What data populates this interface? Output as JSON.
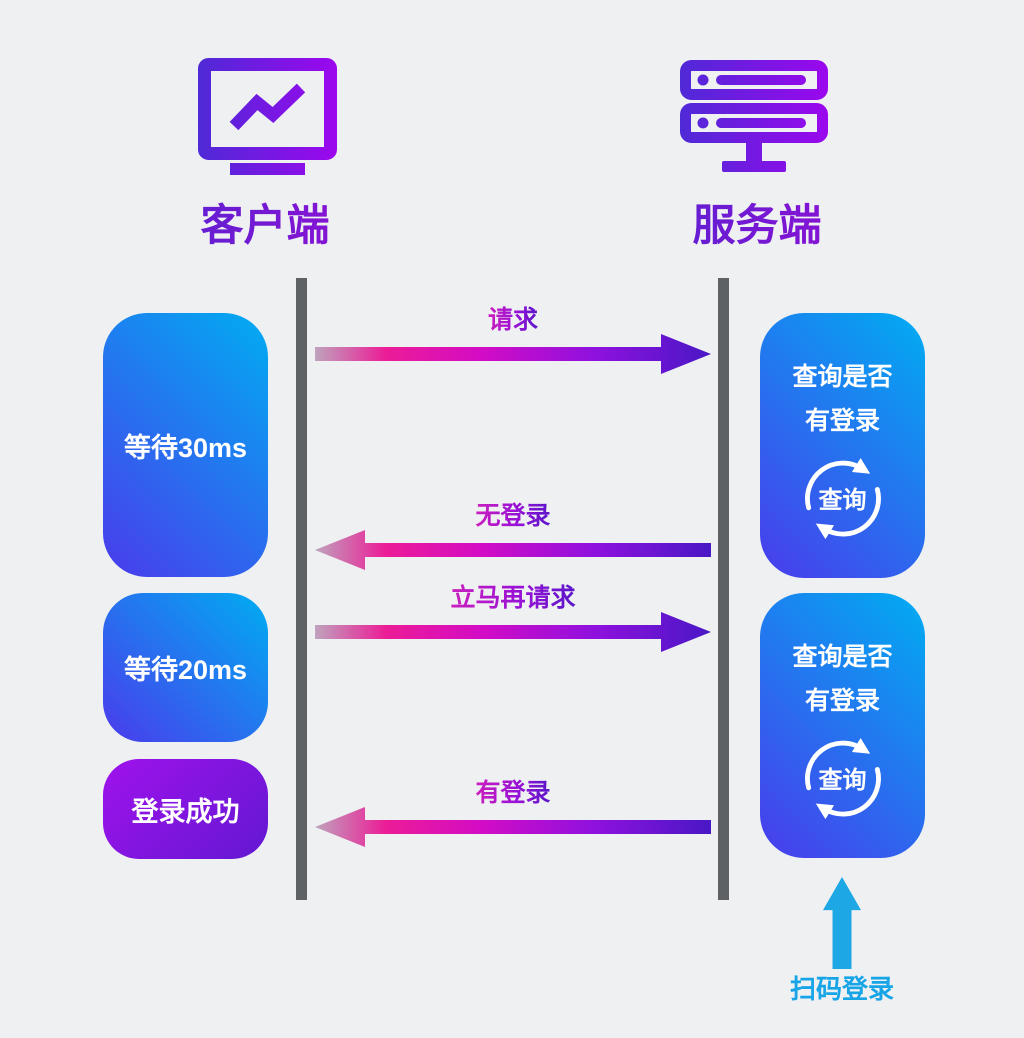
{
  "actors": {
    "client": {
      "title": "客户端",
      "icon": "client-monitor-icon"
    },
    "server": {
      "title": "服务端",
      "icon": "server-rack-icon"
    }
  },
  "client_states": [
    {
      "label": "等待30ms",
      "style": "blue"
    },
    {
      "label": "等待20ms",
      "style": "blue"
    },
    {
      "label": "登录成功",
      "style": "purple"
    }
  ],
  "messages": [
    {
      "label": "请求",
      "direction": "right",
      "from": "client",
      "to": "server"
    },
    {
      "label": "无登录",
      "direction": "left",
      "from": "server",
      "to": "client"
    },
    {
      "label": "立马再请求",
      "direction": "right",
      "from": "client",
      "to": "server"
    },
    {
      "label": "有登录",
      "direction": "left",
      "from": "server",
      "to": "client"
    }
  ],
  "server_actions": [
    {
      "line1": "查询是否",
      "line2": "有登录",
      "badge": "查询",
      "icon": "refresh-loop-icon"
    },
    {
      "line1": "查询是否",
      "line2": "有登录",
      "badge": "查询",
      "icon": "refresh-loop-icon"
    }
  ],
  "scan_login": {
    "label": "扫码登录",
    "icon": "up-arrow-icon"
  },
  "colors": {
    "background": "#EEF0F2",
    "lifeline_gray": "#5E6265",
    "title_purple": "#6D14CE",
    "box_blue_gradient": [
      "#4A3BEC",
      "#00ADF2"
    ],
    "box_purple_gradient": [
      "#A012EC",
      "#6318D2"
    ],
    "arrow_gradient": [
      "#BFA3BC",
      "#EC1C97",
      "#D30CC5",
      "#9011DE",
      "#4917C5"
    ],
    "label_gradient": [
      "#CC1FBE",
      "#5A16CA"
    ],
    "icon_gradient": [
      "#4E2AD6",
      "#9C07EE"
    ],
    "scan_cyan": "#1EA7E5",
    "white": "#FFFFFF"
  }
}
